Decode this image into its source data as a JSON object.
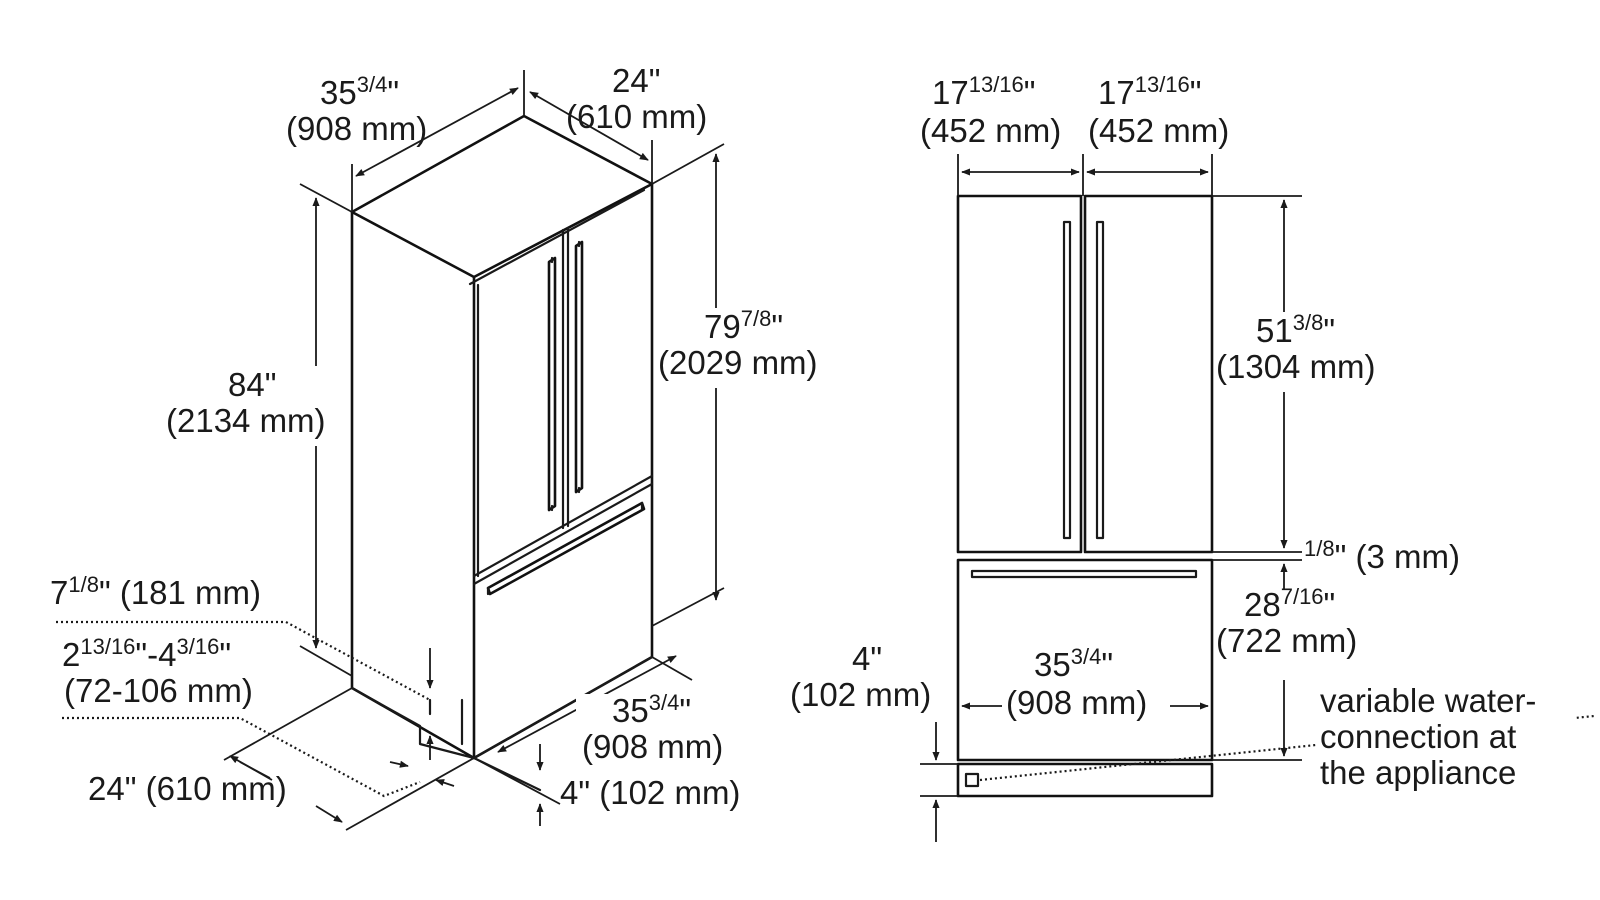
{
  "left_view": {
    "top_width": {
      "inch": "35",
      "inch_frac": "3/4",
      "mm": "(908 mm)"
    },
    "top_depth": {
      "inch": "24\"",
      "mm": "(610 mm)"
    },
    "total_height": {
      "inch": "84\"",
      "mm": "(2134 mm)"
    },
    "cabinet_height": {
      "inch": "79",
      "inch_frac": "7/8",
      "mm": "(2029 mm)"
    },
    "base_width": {
      "inch": "35",
      "inch_frac": "3/4",
      "mm": "(908 mm)"
    },
    "base_depth": {
      "text": "24\" (610 mm)"
    },
    "toe_kick_height": {
      "text": "4\" (102 mm)"
    },
    "toe_kick_depth": {
      "inch": "7",
      "inch_frac": "1/8",
      "mm": "(181 mm)"
    },
    "leveling_range": {
      "inch_a": "2",
      "frac_a": "13/16",
      "sep": "\"-4",
      "frac_b": "3/16",
      "mm": "(72-106 mm)"
    }
  },
  "right_view": {
    "left_door_width": {
      "inch": "17",
      "inch_frac": "13/16",
      "mm": "(452 mm)"
    },
    "right_door_width": {
      "inch": "17",
      "inch_frac": "13/16",
      "mm": "(452 mm)"
    },
    "door_height": {
      "inch": "51",
      "inch_frac": "3/8",
      "mm": "(1304 mm)"
    },
    "door_gap": {
      "inch_frac": "1/8",
      "mm": "(3 mm)"
    },
    "drawer_height": {
      "inch": "28",
      "inch_frac": "7/16",
      "mm": "(722 mm)"
    },
    "total_width": {
      "inch": "35",
      "inch_frac": "3/4",
      "mm": "(908 mm)"
    },
    "plinth_height": {
      "inch": "4\"",
      "mm": "(102 mm)"
    },
    "water_note": [
      "variable water-",
      "connection at",
      "the appliance"
    ]
  }
}
